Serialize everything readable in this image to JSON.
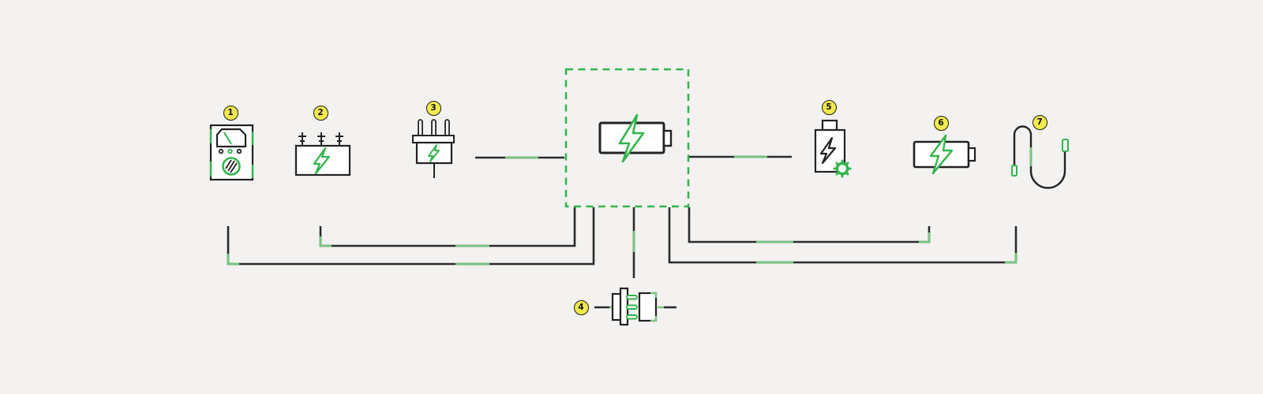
{
  "diagram": {
    "type": "energy-flow-diagram",
    "background": "#f3f2f0",
    "colors": {
      "line": "#2b2b2b",
      "accent_green": "#33b44c",
      "wire_green": "#74c77f",
      "badge_fill": "#f2ea4e",
      "badge_border": "#1a1a1a",
      "icon_fill": "#ffffff"
    },
    "center_node": {
      "name": "battery-charging-hub"
    },
    "nodes": [
      {
        "badge": "1",
        "name": "multimeter"
      },
      {
        "badge": "2",
        "name": "power-supply"
      },
      {
        "badge": "3",
        "name": "charging-plug"
      },
      {
        "badge": "4",
        "name": "connector-coupling"
      },
      {
        "badge": "5",
        "name": "battery-with-gear"
      },
      {
        "badge": "6",
        "name": "charged-battery"
      },
      {
        "badge": "7",
        "name": "charging-cable"
      }
    ]
  }
}
